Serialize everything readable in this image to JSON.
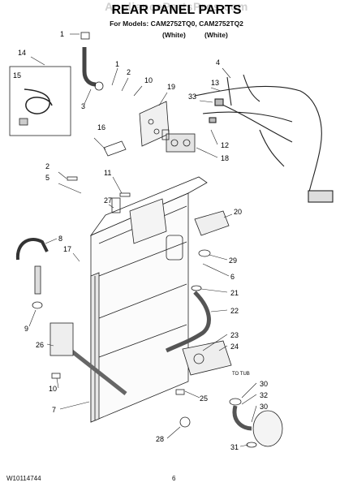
{
  "header": {
    "watermark": "AppliancePartsPros.com",
    "title": "REAR PANEL PARTS",
    "models_line": "For Models: CAM2752TQ0, CAM2752TQ2",
    "color_left": "(White)",
    "color_right": "(White)"
  },
  "callouts": {
    "c1a": "1",
    "c1b": "1",
    "c2a": "2",
    "c2b": "2",
    "c3": "3",
    "c4": "4",
    "c5": "5",
    "c6": "6",
    "c7": "7",
    "c8": "8",
    "c9": "9",
    "c10a": "10",
    "c10b": "10",
    "c11": "11",
    "c12": "12",
    "c13": "13",
    "c14": "14",
    "c15": "15",
    "c16": "16",
    "c17": "17",
    "c18": "18",
    "c19": "19",
    "c20": "20",
    "c21": "21",
    "c22": "22",
    "c23": "23",
    "c24": "24",
    "c25": "25",
    "c26": "26",
    "c27": "27",
    "c28": "28",
    "c29": "29",
    "c30a": "30",
    "c30b": "30",
    "c31": "31",
    "c32": "32",
    "c33": "33"
  },
  "annotations": {
    "to_tub": "TO TUB"
  },
  "footer": {
    "doc_number": "W10114744",
    "page_number": "6"
  }
}
